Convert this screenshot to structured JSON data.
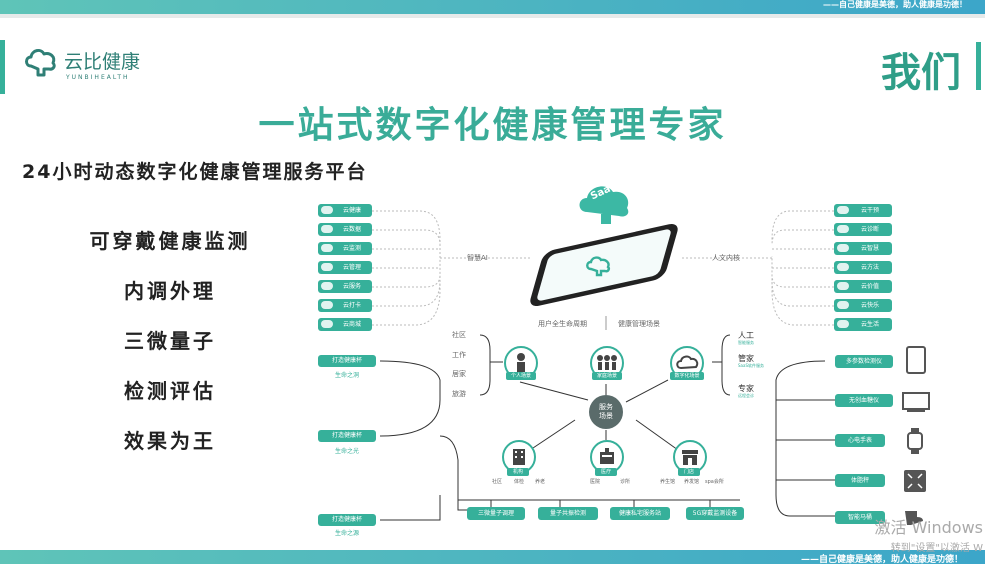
{
  "header": {
    "slogan_top": "——自己健康是美德，助人健康是功德！",
    "logo_name": "云比健康",
    "logo_sub": "YUNBIHEALTH",
    "corner_title": "我们"
  },
  "main_title": "一站式数字化健康管理专家",
  "subtitle": "24小时动态数字化健康管理服务平台",
  "features": [
    "可穿戴健康监测",
    "内调外理",
    "三微量子",
    "检测评估",
    "效果为王"
  ],
  "diagram": {
    "left_pills": [
      "云健康",
      "云数据",
      "云监测",
      "云管理",
      "云服务",
      "云打卡",
      "云商城"
    ],
    "right_pills": [
      "云干预",
      "云诊断",
      "云智慧",
      "云方法",
      "云价值",
      "云快乐",
      "云生活"
    ],
    "label_smart_ai": "智慧AI",
    "label_humanities": "人文内核",
    "saas": "SaaS",
    "label_lifecycle": "用户全生命周期",
    "label_scene": "健康管理场景",
    "left_tags": [
      "社区",
      "工作",
      "居家",
      "旅游"
    ],
    "right_tags": [
      {
        "title": "人工",
        "sub": "智能服务"
      },
      {
        "title": "管家",
        "sub": "SaaS软件服务"
      },
      {
        "title": "专家",
        "sub": "远程会诊"
      }
    ],
    "life_boxes": [
      {
        "btn": "打造健康杯",
        "label": "生命之洞"
      },
      {
        "btn": "打造健康杯",
        "label": "生命之光"
      },
      {
        "btn": "打造健康杯",
        "label": "生命之源"
      }
    ],
    "nodes_top": [
      "个人场景",
      "家庭场景",
      "数字化场景"
    ],
    "center": "服务场景",
    "nodes_bottom": [
      {
        "label": "机构",
        "subs": [
          "社区",
          "体检",
          "养老"
        ]
      },
      {
        "label": "医疗",
        "subs": [
          "医院",
          "诊所"
        ]
      },
      {
        "label": "门店",
        "subs": [
          "养生馆",
          "养发馆",
          "spa会所"
        ]
      }
    ],
    "bottom_pills": [
      "三微量子调理",
      "量子共振检测",
      "健康私宅服务站",
      "5G穿戴监测设备"
    ],
    "device_pills": [
      "多参数检测仪",
      "无创血糖仪",
      "心电手表",
      "体脂秤",
      "智能马桶"
    ]
  },
  "footer": {
    "slogan_bottom": "——自己健康是美德，助人健康是功德！"
  },
  "watermark": {
    "line1": "激活 Windows",
    "line2": "转到\"设置\"以激活 W"
  },
  "colors": {
    "accent": "#36b09a",
    "title": "#3aac98"
  }
}
